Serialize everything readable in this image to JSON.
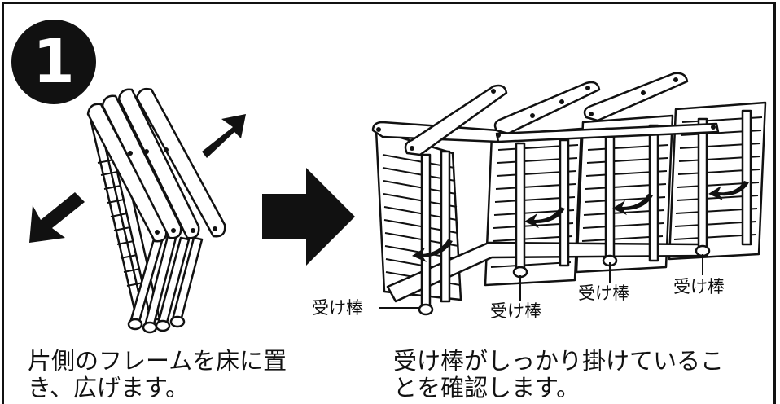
{
  "step_number": "1",
  "labels": {
    "receiver_bar_1": "受け棒",
    "receiver_bar_2": "受け棒",
    "receiver_bar_3": "受け棒",
    "receiver_bar_4": "受け棒"
  },
  "captions": {
    "left_line_1": "片側のフレームを床に置",
    "left_line_2": "き、広げます。",
    "right_line_1": "受け棒がしっかり掛けているこ",
    "right_line_2": "とを確認します。"
  },
  "icons": [
    "expand-arrow-left-icon",
    "expand-arrow-right-icon",
    "next-step-arrow-icon"
  ]
}
